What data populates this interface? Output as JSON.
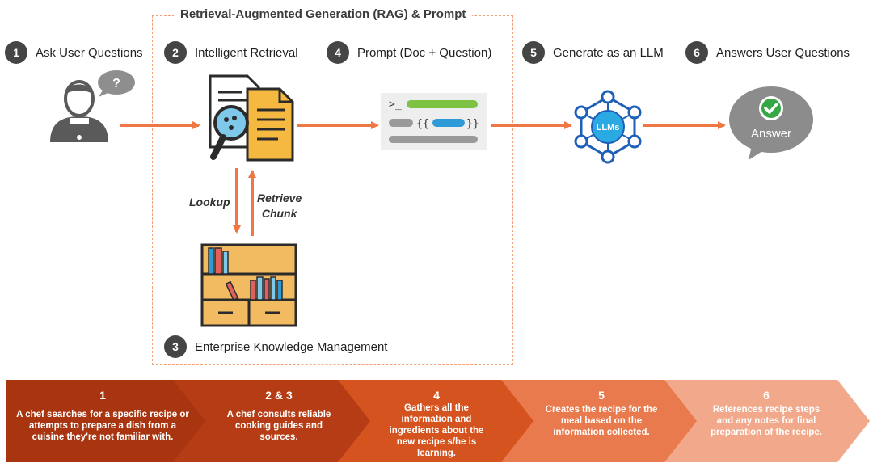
{
  "rag_title": "Retrieval-Augmented Generation (RAG) & Prompt",
  "steps": [
    {
      "num": "1",
      "label": "Ask User Questions"
    },
    {
      "num": "2",
      "label": "Intelligent Retrieval"
    },
    {
      "num": "4",
      "label": "Prompt (Doc + Question)"
    },
    {
      "num": "5",
      "label": "Generate as an LLM"
    },
    {
      "num": "6",
      "label": "Answers User Questions"
    },
    {
      "num": "3",
      "label": "Enterprise Knowledge Management"
    }
  ],
  "lookup_label": "Lookup",
  "retrieve_label": [
    "Retrieve",
    "Chunk"
  ],
  "question_mark": "?",
  "prompt_glyph": ">_",
  "prompt_braces_open": "{{",
  "prompt_braces_close": "}}",
  "llm_label": "LLMs",
  "answer_label": "Answer",
  "icons": [
    "user-icon",
    "question-bubble-icon",
    "document-search-icon",
    "terminal-prompt-icon",
    "llm-network-icon",
    "answer-bubble-icon",
    "bookshelf-icon",
    "checkmark-icon"
  ],
  "colors": {
    "arrow": "#ee7744",
    "badge": "#454545",
    "dashed_border": "#f2a07a",
    "chevrons": [
      "#a8350f",
      "#b53c14",
      "#d4531f",
      "#e97a4d",
      "#f2a88a"
    ]
  },
  "chevrons": [
    {
      "num": "1",
      "lines": [
        "A chef searches for a specific recipe or",
        "attempts to prepare a dish from a",
        "cuisine they're not familiar with."
      ]
    },
    {
      "num": "2 & 3",
      "lines": [
        "A chef consults reliable",
        "cooking guides and",
        "sources."
      ]
    },
    {
      "num": "4",
      "lines": [
        "Gathers all the",
        "information and",
        "ingredients about the",
        "new recipe s/he is",
        "learning."
      ]
    },
    {
      "num": "5",
      "lines": [
        "Creates the recipe for the",
        "meal based on the",
        "information collected."
      ]
    },
    {
      "num": "6",
      "lines": [
        "References recipe steps",
        "and any notes for final",
        "preparation of the recipe."
      ]
    }
  ]
}
